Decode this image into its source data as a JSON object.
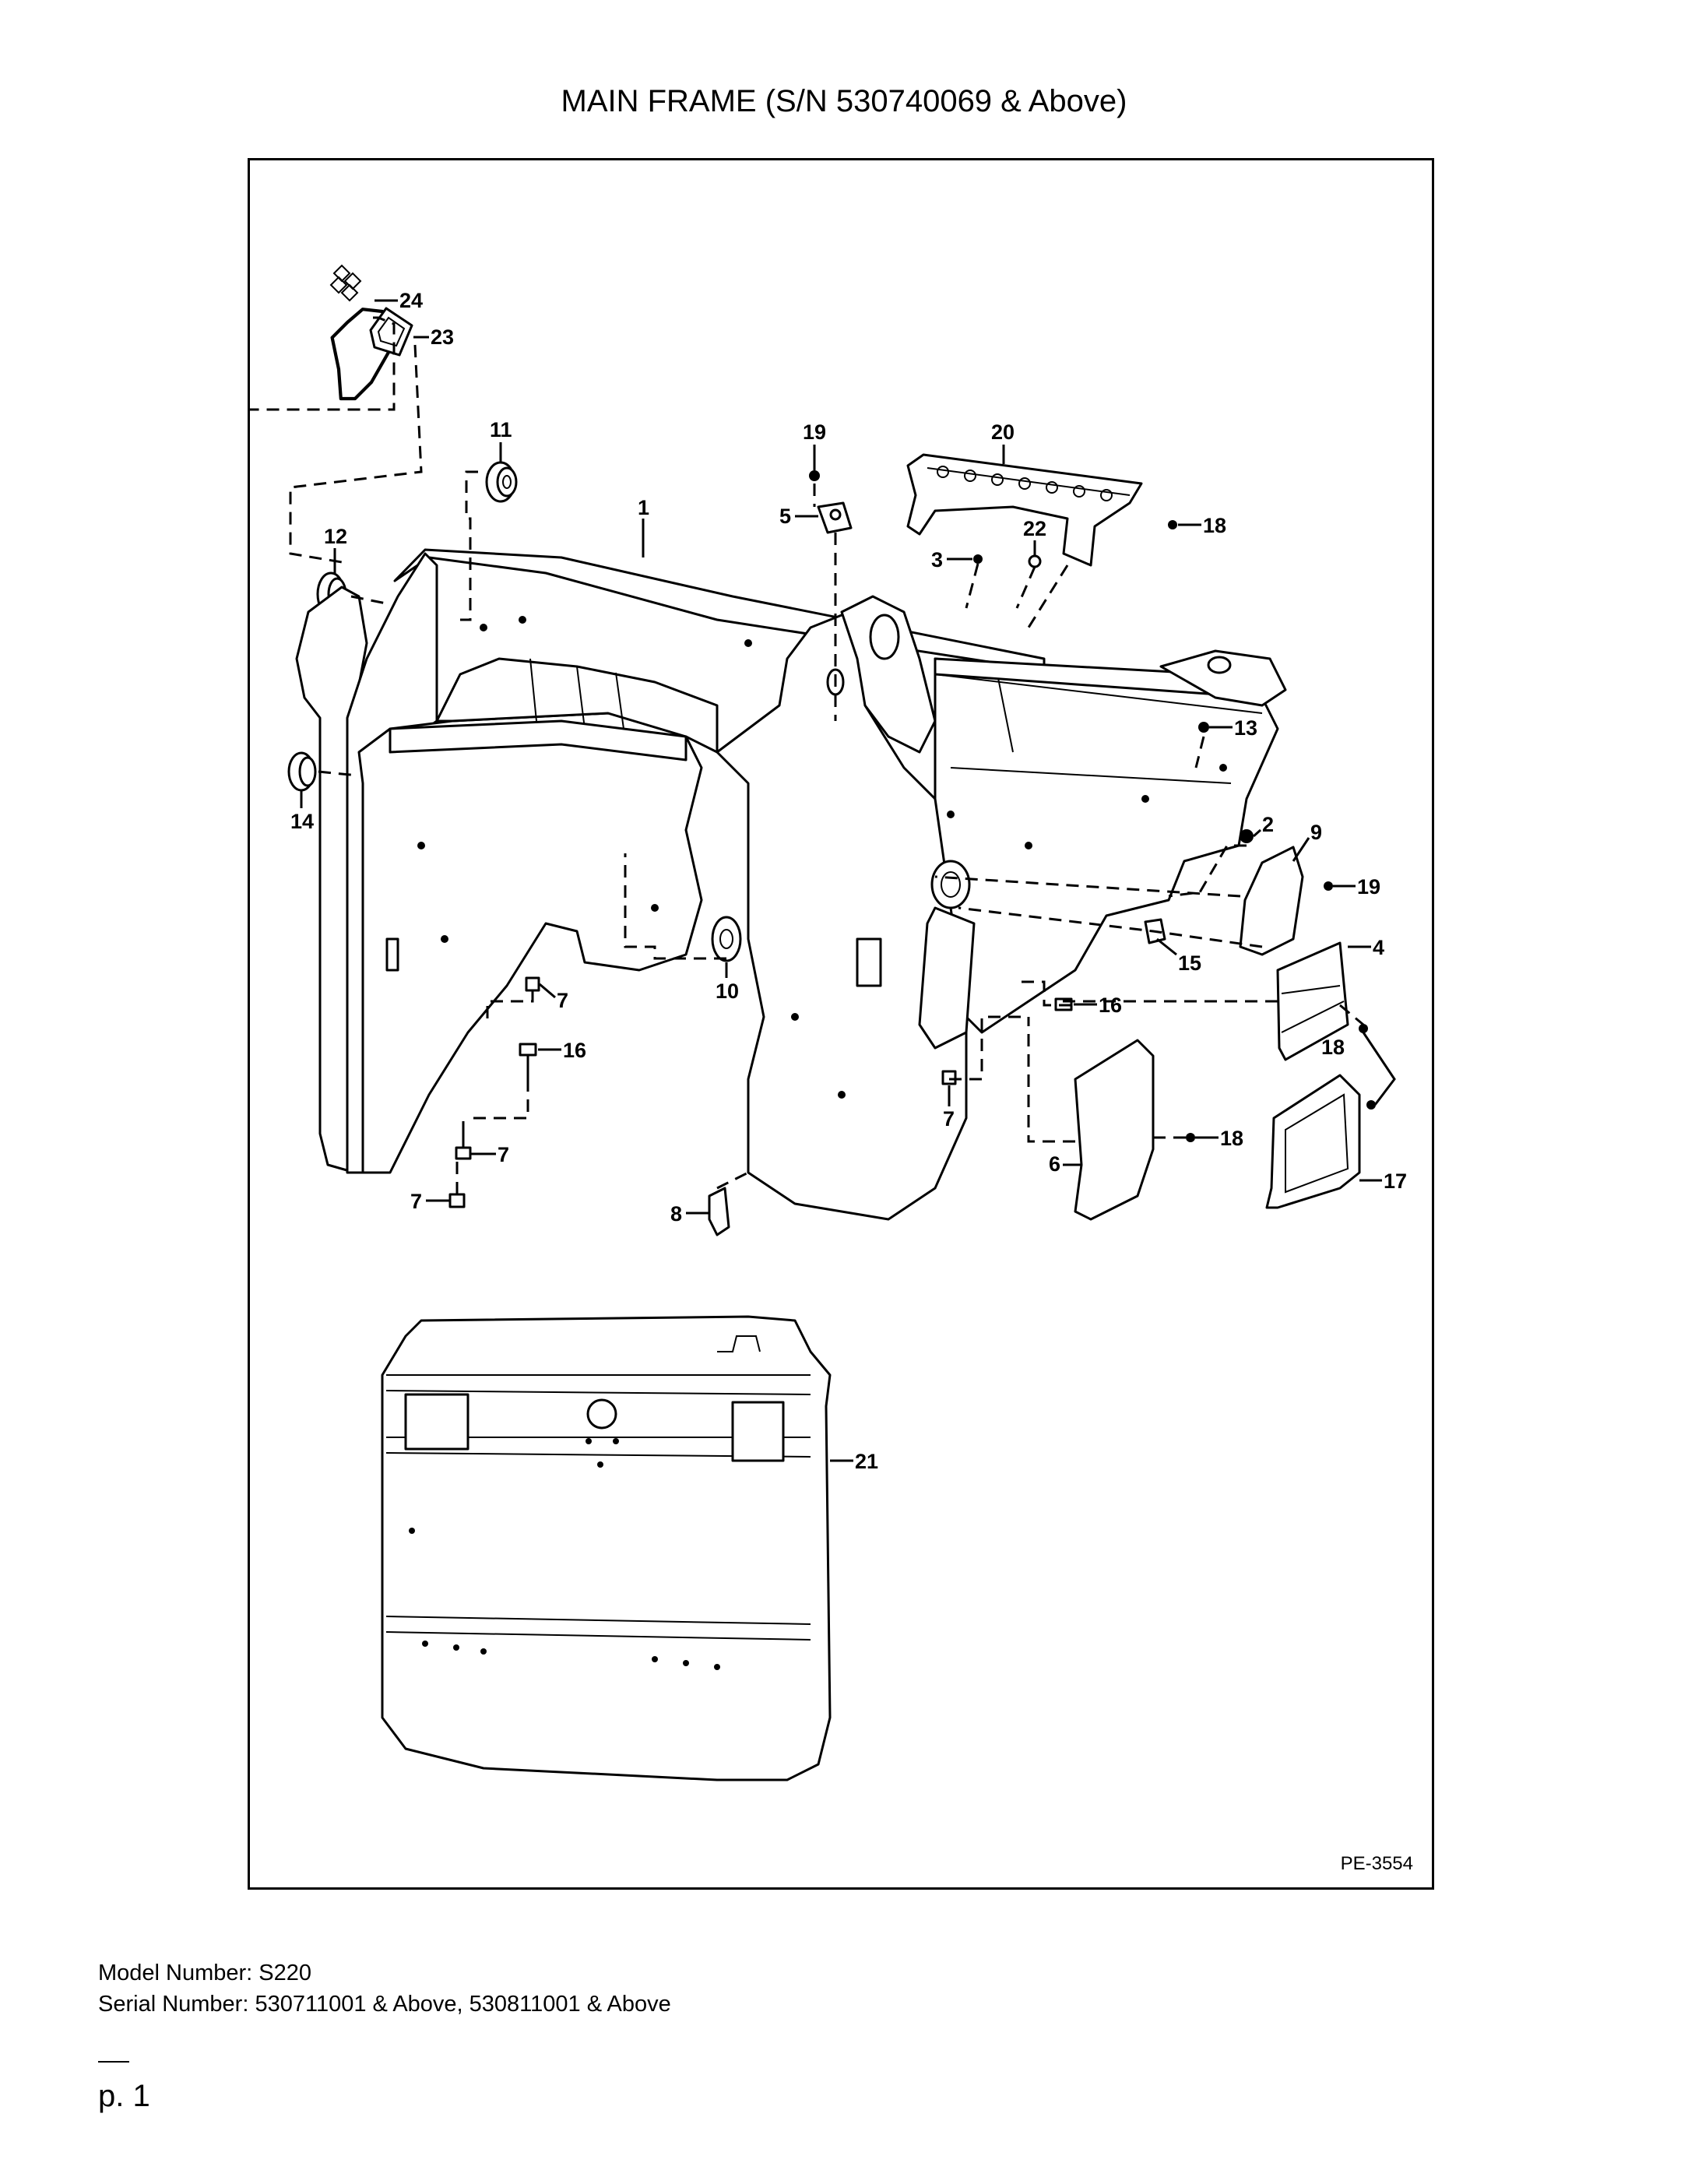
{
  "title": "MAIN FRAME (S/N 530740069 & Above)",
  "drawing_code": "PE-3554",
  "model_line": "Model Number: S220",
  "serial_line": "Serial Number: 530711001 & Above, 530811001 & Above",
  "page_number": "p. 1",
  "callouts": {
    "c1": "1",
    "c2": "2",
    "c3": "3",
    "c4": "4",
    "c5": "5",
    "c6": "6",
    "c7": "7",
    "c8": "8",
    "c9": "9",
    "c10": "10",
    "c11": "11",
    "c12": "12",
    "c13": "13",
    "c14": "14",
    "c15": "15",
    "c16": "16",
    "c17": "17",
    "c18": "18",
    "c19": "19",
    "c20": "20",
    "c21": "21",
    "c22": "22",
    "c23": "23",
    "c24": "24"
  }
}
